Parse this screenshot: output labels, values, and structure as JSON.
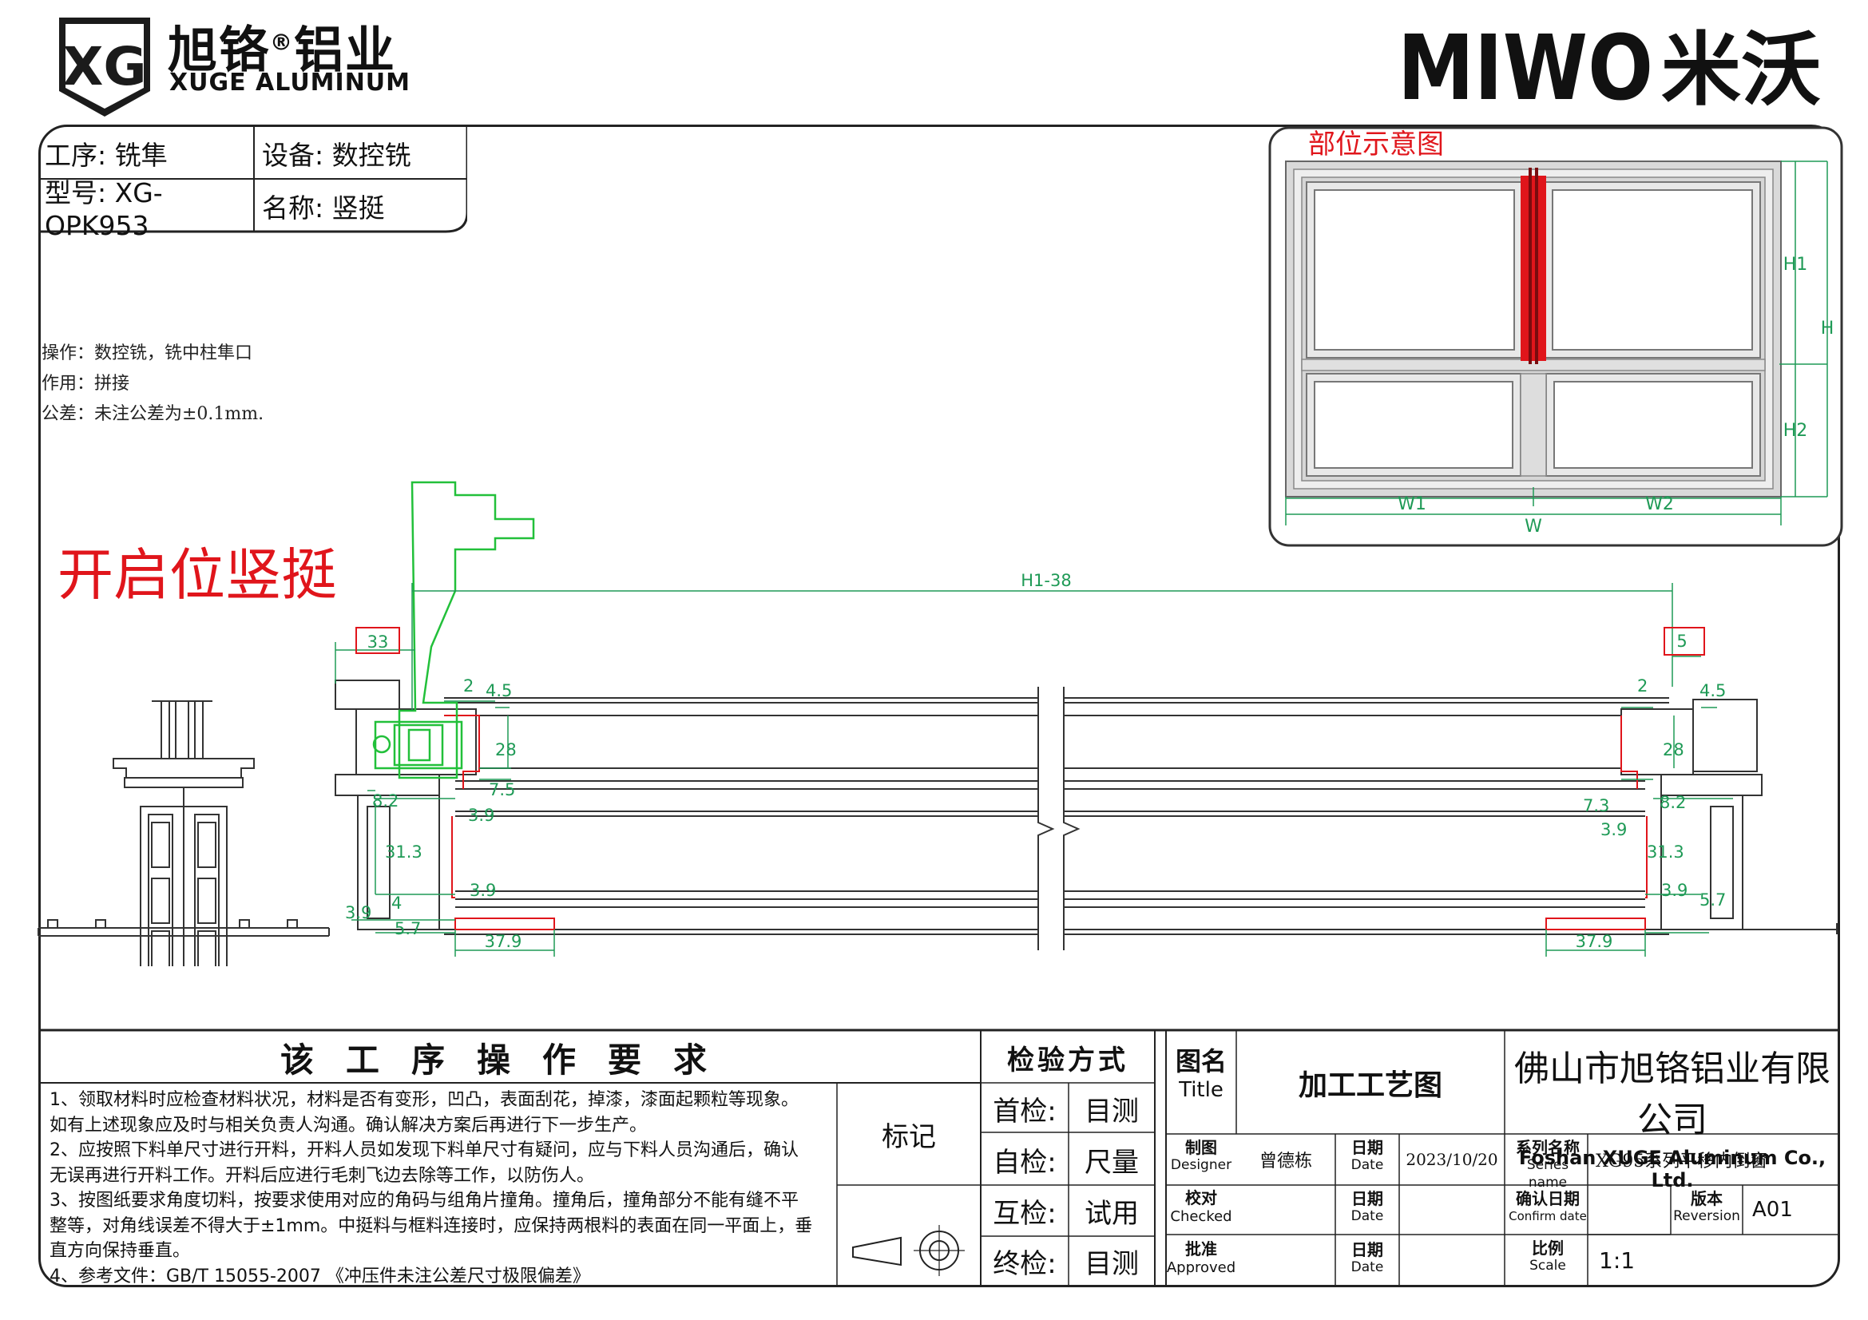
{
  "company": {
    "logo_mark": "XG",
    "name_cn": "旭铬",
    "name_cn_tail": "铝业",
    "reg_mark": "®",
    "name_en": "XUGE ALUMINUM",
    "partner_logo_latin": "MIWO",
    "partner_logo_cn": "米沃"
  },
  "header_table": {
    "process": "工序: 铣隼",
    "equipment": "设备: 数控铣",
    "model": "型号: XG-OPK953",
    "name": "名称: 竖挺"
  },
  "notes": [
    "操作：数控铣，铣中柱隼口",
    "作用：拼接",
    "公差：未注公差为±0.1mm."
  ],
  "part_title": "开启位竖挺",
  "location_diagram": {
    "title": "部位示意图",
    "labels": {
      "h1": "H1",
      "h": "H",
      "h2": "H2",
      "w1": "W1",
      "w2": "W2",
      "w": "W"
    },
    "accent": "#e0151b"
  },
  "dimensions": {
    "overall": "H1-38",
    "left_offset": "33",
    "right_offset": "5",
    "left": [
      "2",
      "4.5",
      "28",
      "7.5",
      "8.2",
      "3.9",
      "31.3",
      "3.9",
      "4",
      "3.9",
      "5.7",
      "37.9"
    ],
    "right": [
      "2",
      "4.5",
      "28",
      "7.3",
      "8.2",
      "3.9",
      "31.3",
      "3.9",
      "5.7",
      "37.9"
    ]
  },
  "requirements": {
    "title": "该工序操作要求",
    "items": [
      "1、领取材料时应检查材料状况，材料是否有变形，凹凸，表面刮花，掉漆，漆面起颗粒等现象。",
      "如有上述现象应及时与相关负责人沟通。确认解决方案后再进行下一步生产。",
      "2、应按照下料单尺寸进行开料，开料人员如发现下料单尺寸有疑问，应与下料人员沟通后，确认",
      "无误再进行开料工作。开料后应进行毛刺飞边去除等工作，以防伤人。",
      "3、按图纸要求角度切料，按要求使用对应的角码与组角片撞角。撞角后，撞角部分不能有缝不平",
      "整等，对角线误差不得大于±1mm。中挺料与框料连接时，应保持两根料的表面在同一平面上，垂",
      "直方向保持垂直。",
      "4、参考文件：GB/T 15055-2007 《冲压件未注公差尺寸极限偏差》"
    ],
    "mark_label": "标记"
  },
  "inspection": {
    "title": "检验方式",
    "rows": [
      {
        "label": "首检:",
        "value": "目测"
      },
      {
        "label": "自检:",
        "value": "尺量"
      },
      {
        "label": "互检:",
        "value": "试用"
      },
      {
        "label": "终检:",
        "value": "目测"
      }
    ]
  },
  "title_block": {
    "title_cn": "图名",
    "title_en": "Title",
    "drawing_title": "加工工艺图",
    "company_cn": "佛山市旭铬铝业有限公司",
    "company_en": "Foshan XUGE Aluminum Co., Ltd.",
    "designer_cn": "制图",
    "designer_en": "Designer",
    "designer_value": "曾德栋",
    "date_cn": "日期",
    "date_en": "Date",
    "date_value": "2023/10/20",
    "series_cn": "系列名称",
    "series_en": "Series name",
    "series_value": "XG95系列平移内倒窗",
    "checked_cn": "校对",
    "checked_en": "Checked",
    "confirm_cn": "确认日期",
    "confirm_en": "Confirm date",
    "revision_cn": "版本",
    "revision_en": "Reversion",
    "revision_value": "A01",
    "approved_cn": "批准",
    "approved_en": "Approved",
    "scale_cn": "比例",
    "scale_en": "Scale",
    "scale_value": "1:1"
  }
}
